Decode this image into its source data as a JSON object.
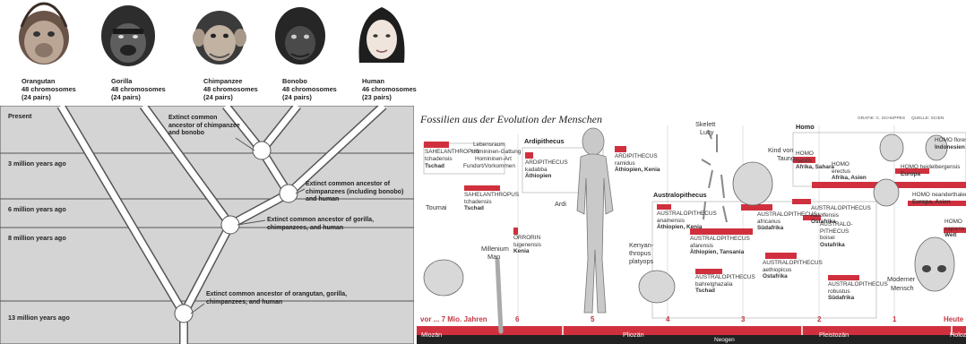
{
  "tree": {
    "apes": [
      {
        "name": "Orangutan",
        "chromosomes": "48 chromosomes",
        "pairs": "(24 pairs)"
      },
      {
        "name": "Gorilla",
        "chromosomes": "48 chromosomes",
        "pairs": "(24 pairs)"
      },
      {
        "name": "Chimpanzee",
        "chromosomes": "48 chromosomes",
        "pairs": "(24 pairs)"
      },
      {
        "name": "Bonobo",
        "chromosomes": "48 chromosomes",
        "pairs": "(24 pairs)"
      },
      {
        "name": "Human",
        "chromosomes": "46 chromosomes",
        "pairs": "(23 pairs)"
      }
    ],
    "time_labels": [
      "Present",
      "3 million years ago",
      "6 million years ago",
      "8 million years ago",
      "13 million years ago"
    ],
    "ancestors": [
      "Extinct common ancestor of chimpanzee and bonobo",
      "Extinct common ancestor of chimpanzees (including bonobo) and human",
      "Extinct common ancestor of gorilla, chimpanzees, and human",
      "Extinct common ancestor of orangutan, gorilla, chimpanzees, and human"
    ]
  },
  "fossil": {
    "title": "Fossilien aus der Evolution der Menschen",
    "credit_a": "GRAFIK: C. SCHUPPES",
    "credit_b": "QUELLE: SCIEN",
    "legend": {
      "lebensraum": "Lebensraum",
      "genus": "SAHELANTHROPUS",
      "genus_desc": "Homininen-Gattung",
      "species": "tchadensis",
      "species_desc": "Homininen-Art",
      "place": "Tschad",
      "place_desc": "Fundort/Vorkommen"
    },
    "groups": [
      "Ardipithecus",
      "Australopithecus",
      "Homo"
    ],
    "names": {
      "toumai": "Toumai",
      "ardi": "Ardi",
      "millenium_a": "Millenium",
      "millenium_b": "Man",
      "skelett_a": "Skelett",
      "skelett_b": "Lucy",
      "kind_a": "Kind von",
      "kind_b": "Taung",
      "kenyan_a": "Kenyan-",
      "kenyan_b": "thropus",
      "kenyan_c": "platyops",
      "mensch_a": "Moderner",
      "mensch_b": "Mensch"
    },
    "taxa": {
      "sahel": {
        "g": "SAHELANTHROPUS",
        "s": "tchadensis",
        "p": "Tschad"
      },
      "orrorin": {
        "g": "ORRORIN",
        "s": "tugenensis",
        "p": "Kenia"
      },
      "ard_kad": {
        "g": "ARDIPITHECUS",
        "s": "kadabba",
        "p": "Äthiopien"
      },
      "ard_ram": {
        "g": "ARDIPITHECUS",
        "s": "ramidus",
        "p": "Äthiopien, Kenia"
      },
      "aus_ana": {
        "g": "AUSTRALOPITHECUS",
        "s": "anamensis",
        "p": "Äthiopien, Kenia"
      },
      "aus_afa": {
        "g": "AUSTRALOPITHECUS",
        "s": "afarensis",
        "p": "Äthiopien, Tansania"
      },
      "aus_bah": {
        "g": "AUSTRALOPITHECUS",
        "s": "bahrelghazalia",
        "p": "Tschad"
      },
      "aus_afr": {
        "g": "AUSTRALOPITHECUS",
        "s": "africanus",
        "p": "Südafrika"
      },
      "aus_aet": {
        "g": "AUSTRALOPITHECUS",
        "s": "aethiopicus",
        "p": "Ostafrika"
      },
      "aus_rud": {
        "g": "AUSTRALOPITHECUS",
        "s": "rudolfensis",
        "p": "Ostafrika"
      },
      "aus_boi": {
        "g1": "AUSTRALO-",
        "g2": "PITHECUS",
        "s": "boisei",
        "p": "Ostafrika"
      },
      "aus_rob": {
        "g": "AUSTRALOPITHECUS",
        "s": "robustus",
        "p": "Südafrika"
      },
      "homo_hab": {
        "g": "HOMO",
        "s": "habilis",
        "p": "Afrika, Sahara"
      },
      "homo_ere": {
        "g": "HOMO",
        "s": "erectus",
        "p": "Afrika, Asien"
      },
      "homo_hei": {
        "g": "HOMO",
        "s": "heidelbergensis",
        "p": "Europa"
      },
      "homo_flo": {
        "g": "HOMO",
        "s": "floresiensis",
        "p": "Indonesien"
      },
      "homo_nea": {
        "g": "HOMO",
        "s": "neanderthalensis",
        "p": "Europa, Asien"
      },
      "homo_sap": {
        "g": "HOMO",
        "s": "sapiens",
        "p": "Welt"
      }
    },
    "timeline": {
      "start": "vor ... 7 Mio. Jahren",
      "ticks": [
        "6",
        "5",
        "4",
        "3",
        "2",
        "1"
      ],
      "end": "Heute",
      "epochs": [
        "Miozän",
        "Pliozän",
        "Pleistozän",
        "Holozän"
      ],
      "neogen": "Neogen"
    },
    "colors": {
      "accent": "#d0303e",
      "grid": "#bbbbbb",
      "dark": "#222222"
    }
  }
}
